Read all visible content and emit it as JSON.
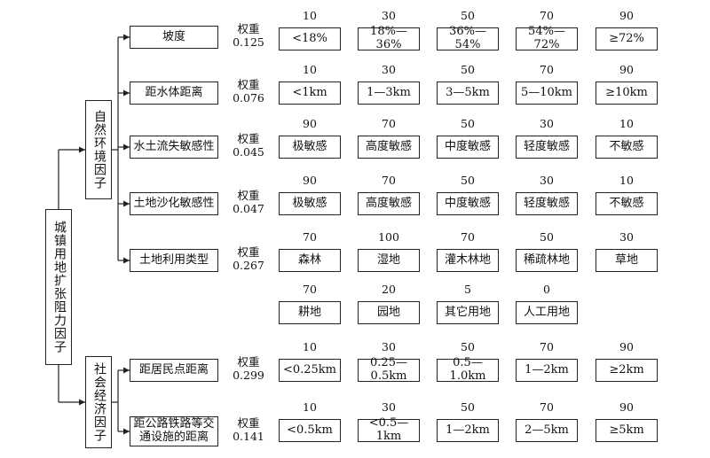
{
  "root": {
    "label": "城镇用地扩张阻力因子"
  },
  "groups": [
    {
      "label": "自然环境因子",
      "factors": [
        {
          "name": "坡度",
          "weight_label": "权重",
          "weight": "0.125",
          "classes": [
            {
              "score": "10",
              "label": "<18%"
            },
            {
              "score": "30",
              "label": "18%—36%"
            },
            {
              "score": "50",
              "label": "36%—54%"
            },
            {
              "score": "70",
              "label": "54%—72%"
            },
            {
              "score": "90",
              "label": "≥72%"
            }
          ]
        },
        {
          "name": "距水体距离",
          "weight_label": "权重",
          "weight": "0.076",
          "classes": [
            {
              "score": "10",
              "label": "<1km"
            },
            {
              "score": "30",
              "label": "1—3km"
            },
            {
              "score": "50",
              "label": "3—5km"
            },
            {
              "score": "70",
              "label": "5—10km"
            },
            {
              "score": "90",
              "label": "≥10km"
            }
          ]
        },
        {
          "name": "水土流失敏感性",
          "weight_label": "权重",
          "weight": "0.045",
          "classes": [
            {
              "score": "90",
              "label": "极敏感"
            },
            {
              "score": "70",
              "label": "高度敏感"
            },
            {
              "score": "50",
              "label": "中度敏感"
            },
            {
              "score": "30",
              "label": "轻度敏感"
            },
            {
              "score": "10",
              "label": "不敏感"
            }
          ]
        },
        {
          "name": "土地沙化敏感性",
          "weight_label": "权重",
          "weight": "0.047",
          "classes": [
            {
              "score": "90",
              "label": "极敏感"
            },
            {
              "score": "70",
              "label": "高度敏感"
            },
            {
              "score": "50",
              "label": "中度敏感"
            },
            {
              "score": "30",
              "label": "轻度敏感"
            },
            {
              "score": "10",
              "label": "不敏感"
            }
          ]
        },
        {
          "name": "土地利用类型",
          "weight_label": "权重",
          "weight": "0.267",
          "classes": [
            {
              "score": "70",
              "label": "森林"
            },
            {
              "score": "100",
              "label": "湿地"
            },
            {
              "score": "70",
              "label": "灌木林地"
            },
            {
              "score": "50",
              "label": "稀疏林地"
            },
            {
              "score": "30",
              "label": "草地"
            },
            {
              "score": "70",
              "label": "耕地"
            },
            {
              "score": "20",
              "label": "园地"
            },
            {
              "score": "5",
              "label": "其它用地"
            },
            {
              "score": "0",
              "label": "人工用地"
            }
          ]
        }
      ]
    },
    {
      "label": "社会经济因子",
      "factors": [
        {
          "name": "距居民点距离",
          "weight_label": "权重",
          "weight": "0.299",
          "classes": [
            {
              "score": "10",
              "label": "<0.25km"
            },
            {
              "score": "30",
              "label": "0.25—0.5km"
            },
            {
              "score": "50",
              "label": "0.5—1.0km"
            },
            {
              "score": "70",
              "label": "1—2km"
            },
            {
              "score": "90",
              "label": "≥2km"
            }
          ]
        },
        {
          "name": "距公路铁路等交通设施的距离",
          "weight_label": "权重",
          "weight": "0.141",
          "classes": [
            {
              "score": "10",
              "label": "<0.5km"
            },
            {
              "score": "30",
              "label": "<0.5—1km"
            },
            {
              "score": "50",
              "label": "1—2km"
            },
            {
              "score": "70",
              "label": "2—5km"
            },
            {
              "score": "90",
              "label": "≥5km"
            }
          ]
        }
      ]
    }
  ]
}
